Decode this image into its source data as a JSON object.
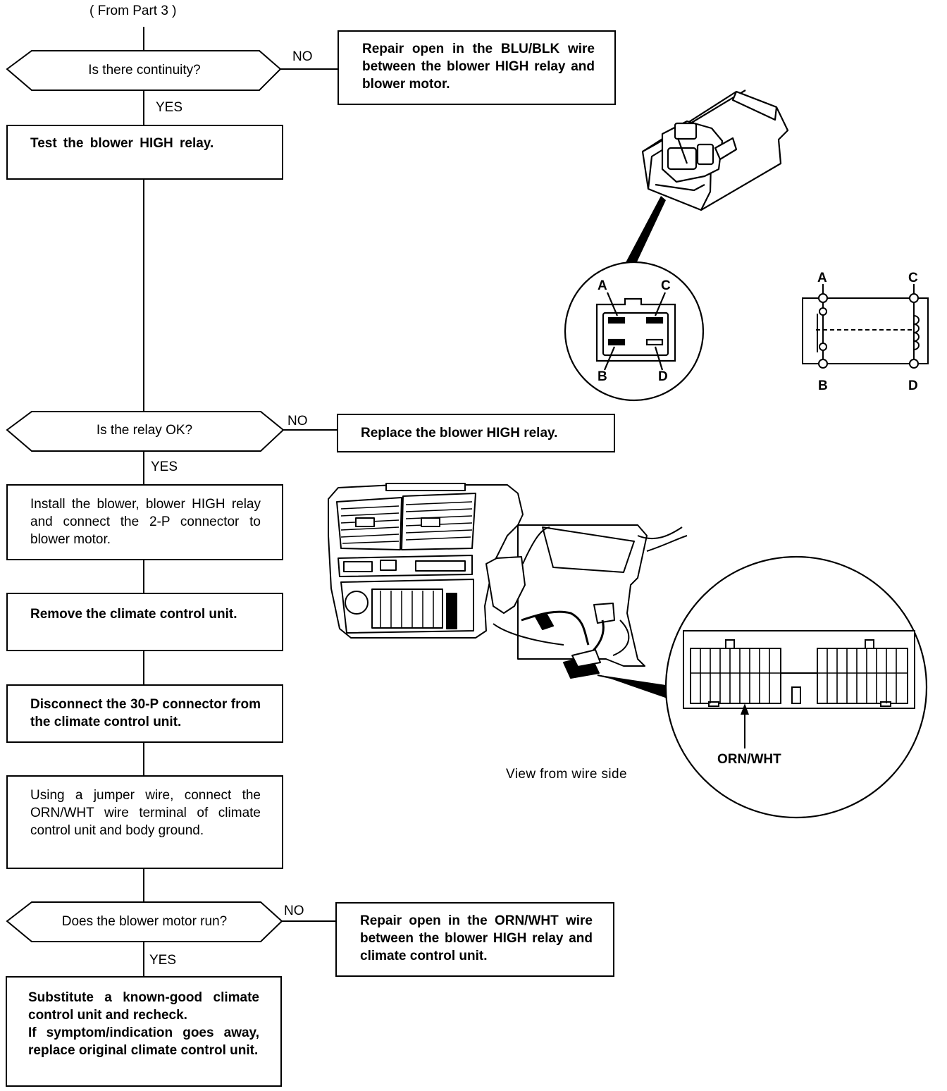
{
  "flow": {
    "from_label": "( From Part 3 )",
    "q1": "Is there continuity?",
    "q1_no": "NO",
    "q1_yes": "YES",
    "box_repair_blu": "Repair open in the BLU/BLK wire between the blower HIGH relay and blower motor.",
    "box_test": "Test  the  blower  HIGH  relay.",
    "q2": "Is the relay OK?",
    "q2_no": "NO",
    "q2_yes": "YES",
    "box_replace": "Replace the blower HIGH relay.",
    "box_install": "Install the blower, blower HIGH relay and connect the 2-P connector to blower motor.",
    "box_remove": "Remove the climate control unit.",
    "box_disconnect": "Disconnect the 30-P connector from the climate control unit.",
    "box_jumper": "Using a jumper wire, connect the ORN/WHT wire terminal of climate control unit and body ground.",
    "q3": "Does the blower motor run?",
    "q3_no": "NO",
    "q3_yes": "YES",
    "box_repair_orn": "Repair open in the ORN/WHT wire between the blower HIGH relay and climate control unit.",
    "box_substitute": "Substitute a known-good climate control unit and recheck.\nIf symptom/indication goes away, replace original climate control unit."
  },
  "relay": {
    "pin_a": "A",
    "pin_b": "B",
    "pin_c": "C",
    "pin_d": "D",
    "schem_a": "A",
    "schem_b": "B",
    "schem_c": "C",
    "schem_d": "D"
  },
  "dash": {
    "wire_label": "ORN/WHT",
    "view_label": "View from wire side"
  }
}
